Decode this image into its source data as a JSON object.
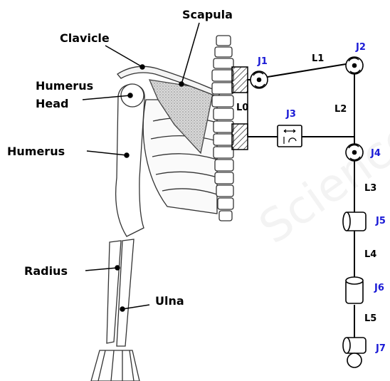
{
  "watermark": "Science",
  "anatomy_labels": {
    "scapula": "Scapula",
    "clavicle": "Clavicle",
    "humerus_head_line1": "Humerus",
    "humerus_head_line2": "Head",
    "humerus": "Humerus",
    "radius": "Radius",
    "ulna": "Ulna"
  },
  "links": {
    "l0": "L0",
    "l1": "L1",
    "l2": "L2",
    "l3": "L3",
    "l4": "L4",
    "l5": "L5"
  },
  "joints": {
    "j1": "J1",
    "j2": "J2",
    "j3": "J3",
    "j4": "J4",
    "j5": "J5",
    "j6": "J6",
    "j7": "J7"
  },
  "colors": {
    "joint_label": "#1a1ad6",
    "ink": "#000000",
    "bone_line": "#333333",
    "scapula_shade": "#bdbdbd",
    "watermark": "#f3f3f3"
  }
}
